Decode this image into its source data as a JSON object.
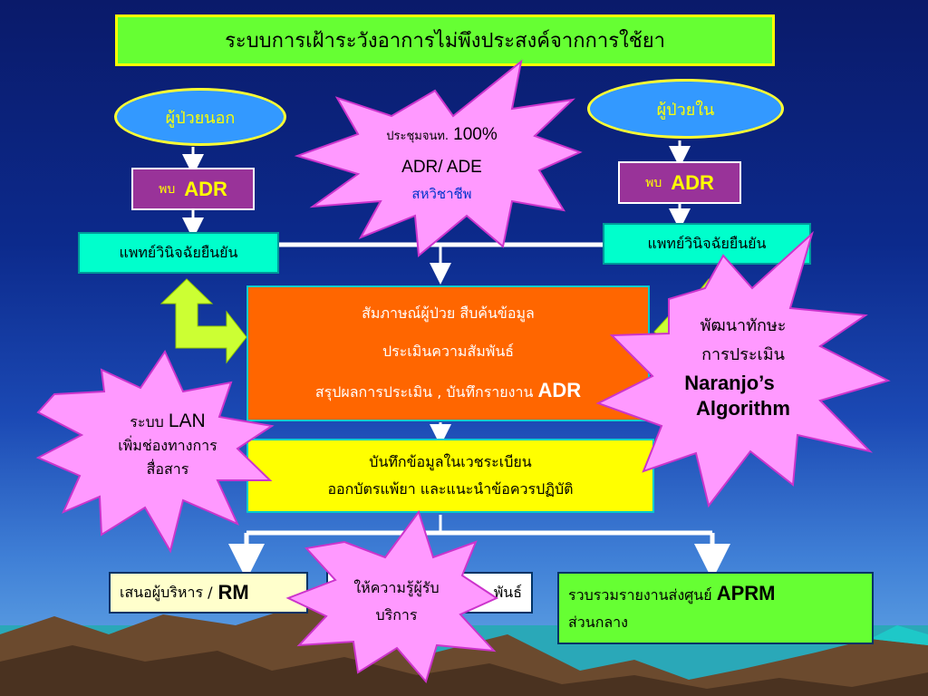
{
  "title": "ระบบการเฝ้าระวังอาการไม่พึงประสงค์จากการใช้ยา",
  "outpatient": "ผู้ป่วยนอก",
  "inpatient": "ผู้ป่วยใน",
  "found_adr_prefix": "พบ",
  "found_adr_label": "ADR",
  "doctor_diagnose": "แพทย์วินิจฉัยยืนยัน",
  "star_top": {
    "line1_prefix": "ประชุมจนท.",
    "line1_value": "100%",
    "line2": "ADR/ ADE",
    "line3": "สหวิชาชีพ"
  },
  "process": {
    "line1": "สัมภาษณ์ผู้ป่วย สืบค้นข้อมูล",
    "line2": "ประเมินความสัมพันธ์",
    "line3": "สรุปผลการประเมิน , บันทึกรายงาน",
    "line3_suffix": "ADR"
  },
  "record": {
    "line1": "บันทึกข้อมูลในเวชระเบียน",
    "line2": "ออกบัตรแพ้ยา และแนะนำข้อควรปฏิบัติ"
  },
  "star_right": {
    "line1": "พัฒนาทักษะ",
    "line2": "การประเมิน",
    "line3": "Naranjo’s",
    "line4": "Algorithm"
  },
  "star_left": {
    "line1_prefix": "ระบบ",
    "line1_value": "LAN",
    "line2": "เพิ่มช่องทางการ",
    "line3": "สื่อสาร"
  },
  "star_bottom": {
    "line1": "ให้ความรู้ผู้รับ",
    "line2": "บริการ"
  },
  "bottom_left": {
    "text": "เสนอผู้บริหาร /",
    "value": "RM"
  },
  "bottom_middle_fragment": "พันธ์",
  "bottom_right": {
    "line1": "รวบรวมรายงานส่งศูนย์",
    "line1_value": "APRM",
    "line2": "ส่วนกลาง"
  },
  "colors": {
    "title_bg": "#66ff33",
    "star_fill": "#ff99ff",
    "process_bg": "#ff6600",
    "record_bg": "#ffff00",
    "cyan_box": "#00ffcc",
    "adr_box": "#993399"
  }
}
